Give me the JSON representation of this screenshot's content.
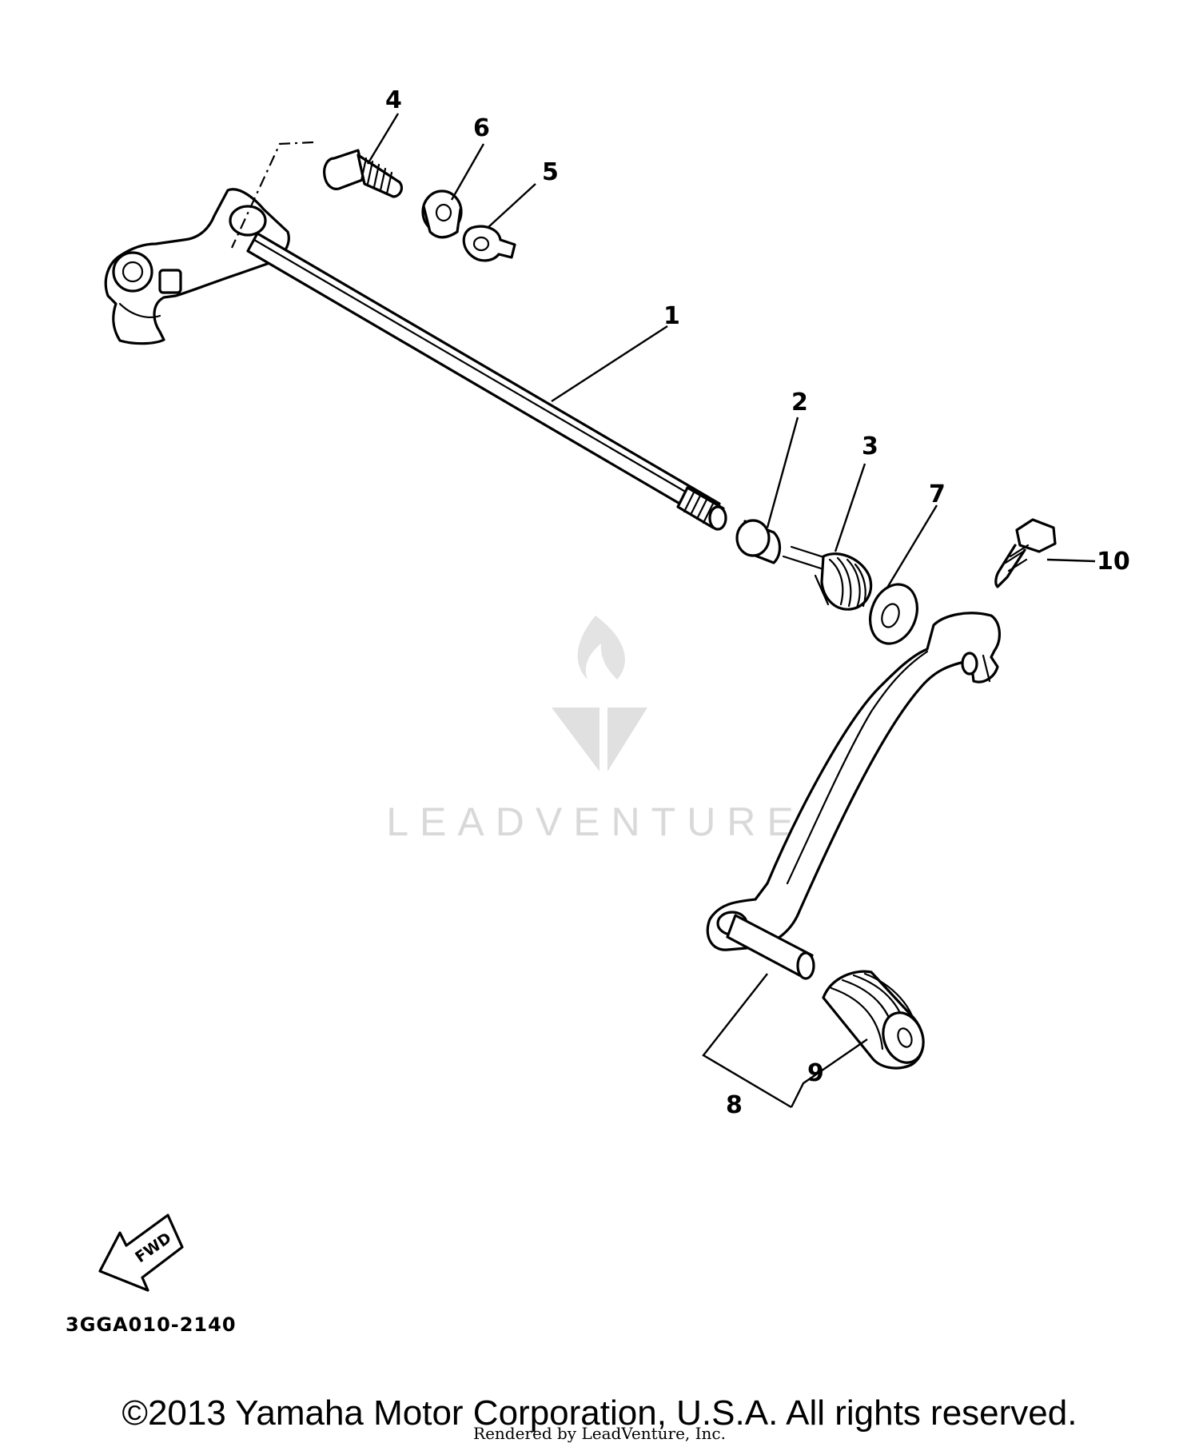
{
  "diagram_code": "3GGA010-2140",
  "fwd_label": "FWD",
  "watermark": "LEADVENTURE",
  "copyright": "©2013 Yamaha Motor Corporation, U.S.A. All rights reserved.",
  "rendered_by": "Rendered by LeadVenture, Inc.",
  "callouts": {
    "c1": "1",
    "c2": "2",
    "c3": "3",
    "c4": "4",
    "c5": "5",
    "c6": "6",
    "c7": "7",
    "c8": "8",
    "c9": "9",
    "c10": "10"
  }
}
